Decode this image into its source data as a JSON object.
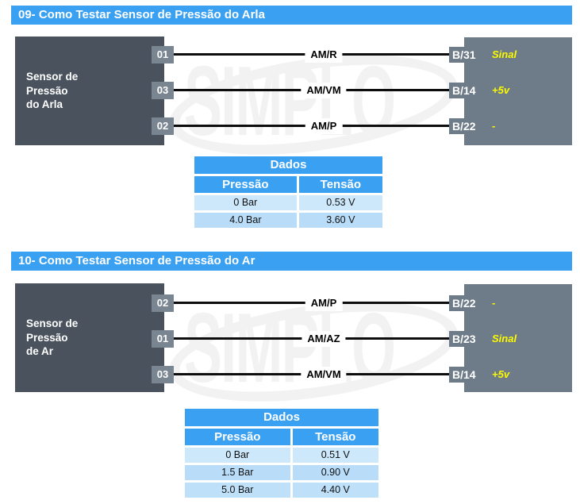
{
  "colors": {
    "accent-blue": "#3AA0F2",
    "box-dark": "#4A525D",
    "box-gray": "#6E7B89",
    "tab-gray": "#7A8592",
    "signal-yellow": "#FBFB00",
    "row-light": "#CDE8FB",
    "row-mid": "#B9DDF8",
    "row-alt": "#BFE0F9",
    "wire-black": "#0D0D0D",
    "watermark-gray": "#F2F2F2"
  },
  "watermark": {
    "text": "SIMPLO"
  },
  "sections": [
    {
      "header": "09- Como Testar Sensor de Pressão do Arla",
      "sensor": {
        "lines": [
          "Sensor de",
          "Pressão",
          "do Arla"
        ]
      },
      "wires": [
        {
          "pin": "01",
          "label": "AM/R",
          "ecu_pin": "B/31",
          "signal": "Sinal"
        },
        {
          "pin": "03",
          "label": "AM/VM",
          "ecu_pin": "B/14",
          "signal": "+5v"
        },
        {
          "pin": "02",
          "label": "AM/P",
          "ecu_pin": "B/22",
          "signal": "-"
        }
      ],
      "table": {
        "title": "Dados",
        "columns": [
          "Pressão",
          "Tensão"
        ],
        "rows": [
          [
            "0 Bar",
            "0.53 V"
          ],
          [
            "4.0 Bar",
            "3.60 V"
          ]
        ]
      }
    },
    {
      "header": "10- Como Testar Sensor de Pressão do Ar",
      "sensor": {
        "lines": [
          "Sensor de",
          "Pressão",
          "de Ar"
        ]
      },
      "wires": [
        {
          "pin": "02",
          "label": "AM/P",
          "ecu_pin": "B/22",
          "signal": "-"
        },
        {
          "pin": "01",
          "label": "AM/AZ",
          "ecu_pin": "B/23",
          "signal": "Sinal"
        },
        {
          "pin": "03",
          "label": "AM/VM",
          "ecu_pin": "B/14",
          "signal": "+5v"
        }
      ],
      "table": {
        "title": "Dados",
        "columns": [
          "Pressão",
          "Tensão"
        ],
        "rows": [
          [
            "0 Bar",
            "0.51 V"
          ],
          [
            "1.5 Bar",
            "0.90 V"
          ],
          [
            "5.0 Bar",
            "4.40 V"
          ]
        ]
      }
    }
  ]
}
